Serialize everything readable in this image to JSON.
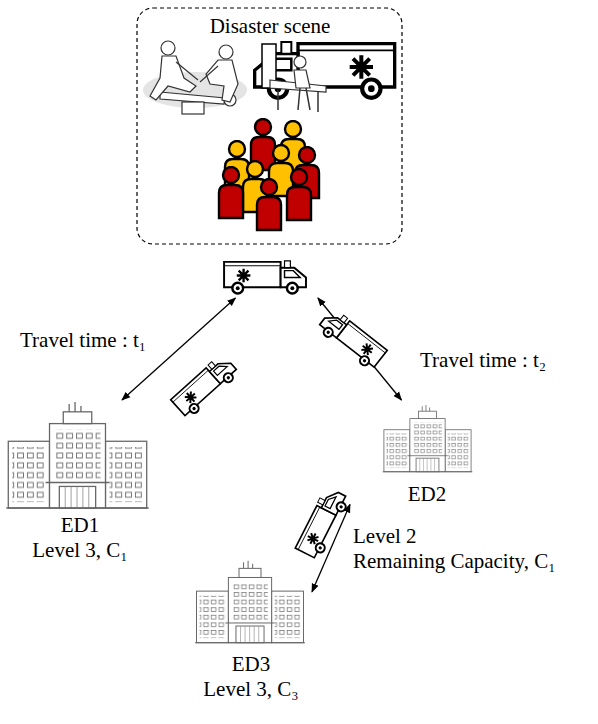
{
  "diagram": {
    "nodes": [
      {
        "text": [
          "Disaster scene"
        ]
      },
      {
        "text": [
          "ED1",
          "Level 3, C₁"
        ]
      },
      {
        "text": [
          "ED2",
          "Level 2",
          "Remaining Capacity, C₁"
        ]
      },
      {
        "text": [
          "ED3",
          "Level 3, C₃"
        ]
      }
    ],
    "edges": [
      {
        "from": 0,
        "to": 1,
        "label": "Travel time : t₁",
        "arrow": "both"
      },
      {
        "from": 0,
        "to": 2,
        "label": "Travel time : t₂",
        "arrow": "both"
      },
      {
        "from": 2,
        "to": 3,
        "arrow": "both"
      }
    ]
  }
}
